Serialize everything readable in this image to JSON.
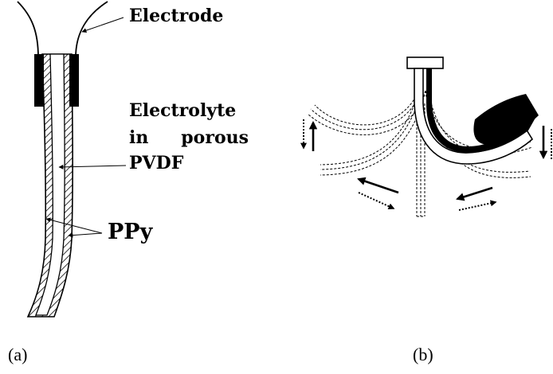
{
  "figure": {
    "panel_a": {
      "caption": "(a)",
      "labels": {
        "electrode": "Electrode",
        "electrolyte_line1": "Electrolyte",
        "electrolyte_line2_a": "in",
        "electrolyte_line2_b": "porous",
        "electrolyte_line3": "PVDF",
        "ppy": "PPy"
      }
    },
    "panel_b": {
      "caption": "(b)"
    },
    "colors": {
      "ink": "#000000",
      "background": "#ffffff"
    }
  }
}
